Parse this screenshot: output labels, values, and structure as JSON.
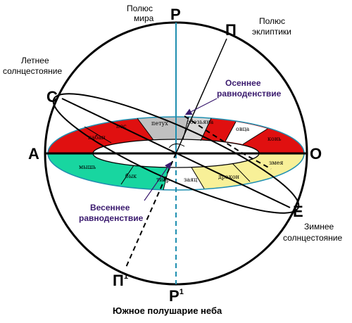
{
  "labels": {
    "P": "P",
    "P1": "P",
    "P1_sup": "1",
    "Pi": "П",
    "Pi1": "П",
    "Pi1_sup": "1",
    "C": "С",
    "A": "А",
    "O": "О",
    "E": "Е",
    "pole_world_1": "Полюс",
    "pole_world_2": "мира",
    "pole_ecl_1": "Полюс",
    "pole_ecl_2": "эклиптики",
    "summer_1": "Летнее",
    "summer_2": "солнцестояние",
    "autumn_1": "Осеннее",
    "autumn_2": "равноденствие",
    "spring_1": "Весеннее",
    "spring_2": "равноденствие",
    "winter_1": "Зимнее",
    "winter_2": "солнцестояние",
    "footer": "Южное полушарие неба"
  },
  "zodiac": {
    "pes": "пес",
    "petukh": "петух",
    "obezyana": "обезьяна",
    "kaban": "кабан",
    "ovtsa": "овца",
    "kon": "конь",
    "mysh": "мышь",
    "zmeya": "змея",
    "byk": "бык",
    "tigr": "тигр",
    "zayats": "заяц",
    "drakon": "дракон"
  },
  "colors": {
    "outline": "#000000",
    "axis": "#1f8fb0",
    "red": "#e01010",
    "green": "#18d6a0",
    "yellow": "#f8f098",
    "gray": "#c0c0c0",
    "purple": "#3a1a6e"
  }
}
